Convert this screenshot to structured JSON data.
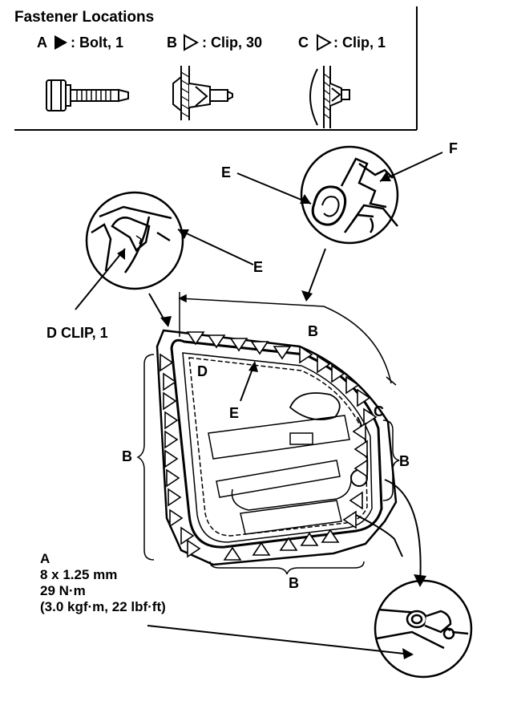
{
  "legend": {
    "title": "Fastener Locations",
    "items": [
      {
        "letter": "A",
        "symbol": "filled-triangle-icon",
        "text": ": Bolt, 1"
      },
      {
        "letter": "B",
        "symbol": "open-triangle-icon",
        "text": ": Clip, 30"
      },
      {
        "letter": "C",
        "symbol": "open-triangle-icon",
        "text": ": Clip, 1"
      }
    ]
  },
  "callouts": {
    "e_top": "E",
    "f": "F",
    "e_left": "E",
    "d_clip": "D CLIP, 1",
    "b_top": "B",
    "d": "D",
    "e_mid": "E",
    "c": "C",
    "b_left": "B",
    "b_right": "B",
    "b_bottom": "B"
  },
  "spec": {
    "letter": "A",
    "size": "8 x 1.25 mm",
    "torque": "29 N·m",
    "torque_alt": "(3.0 kgf·m, 22 lbf·ft)"
  }
}
